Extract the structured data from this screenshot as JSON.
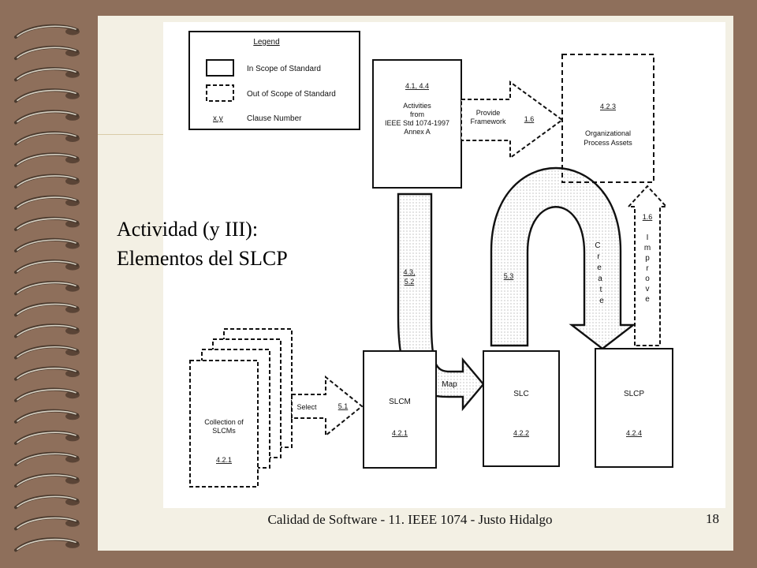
{
  "slide": {
    "title_line_1": "Actividad (y III):",
    "title_line_2": "Elementos del SLCP",
    "footer": "Calidad de Software - 11. IEEE 1074 - Justo Hidalgo",
    "page_number": "18"
  },
  "diagram": {
    "legend": {
      "title": "Legend",
      "in_scope": "In Scope of Standard",
      "out_scope": "Out of Scope of Standard",
      "clause_symbol": "x.y",
      "clause_label": "Clause Number"
    },
    "activities_box": {
      "clause": "4.1, 4.4",
      "line1": "Activities",
      "line2": "from",
      "line3": "IEEE Std 1074-1997",
      "line4": "Annex A"
    },
    "provide_arrow": {
      "line1": "Provide",
      "line2": "Framework",
      "clause": "1.6"
    },
    "org_box": {
      "clause": "4.2.3",
      "line1": "Organizational",
      "line2": "Process Assets"
    },
    "improve_arrow": {
      "clause": "1.6",
      "letters": [
        "I",
        "m",
        "p",
        "r",
        "o",
        "v",
        "e"
      ]
    },
    "create_arrow": {
      "clause": "5.3",
      "letters": [
        "C",
        "r",
        "e",
        "a",
        "t",
        "e"
      ]
    },
    "map_arrow": {
      "clause_a": "4.3,",
      "clause_b": "5.2",
      "label": "Map"
    },
    "select_arrow": {
      "label": "Select",
      "clause": "5.1"
    },
    "collection_box": {
      "line1": "Collection of",
      "line2": "SLCMs",
      "clause": "4.2.1"
    },
    "slcm_box": {
      "label": "SLCM",
      "clause": "4.2.1"
    },
    "slc_box": {
      "label": "SLC",
      "clause": "4.2.2"
    },
    "slcp_box": {
      "label": "SLCP",
      "clause": "4.2.4"
    }
  }
}
